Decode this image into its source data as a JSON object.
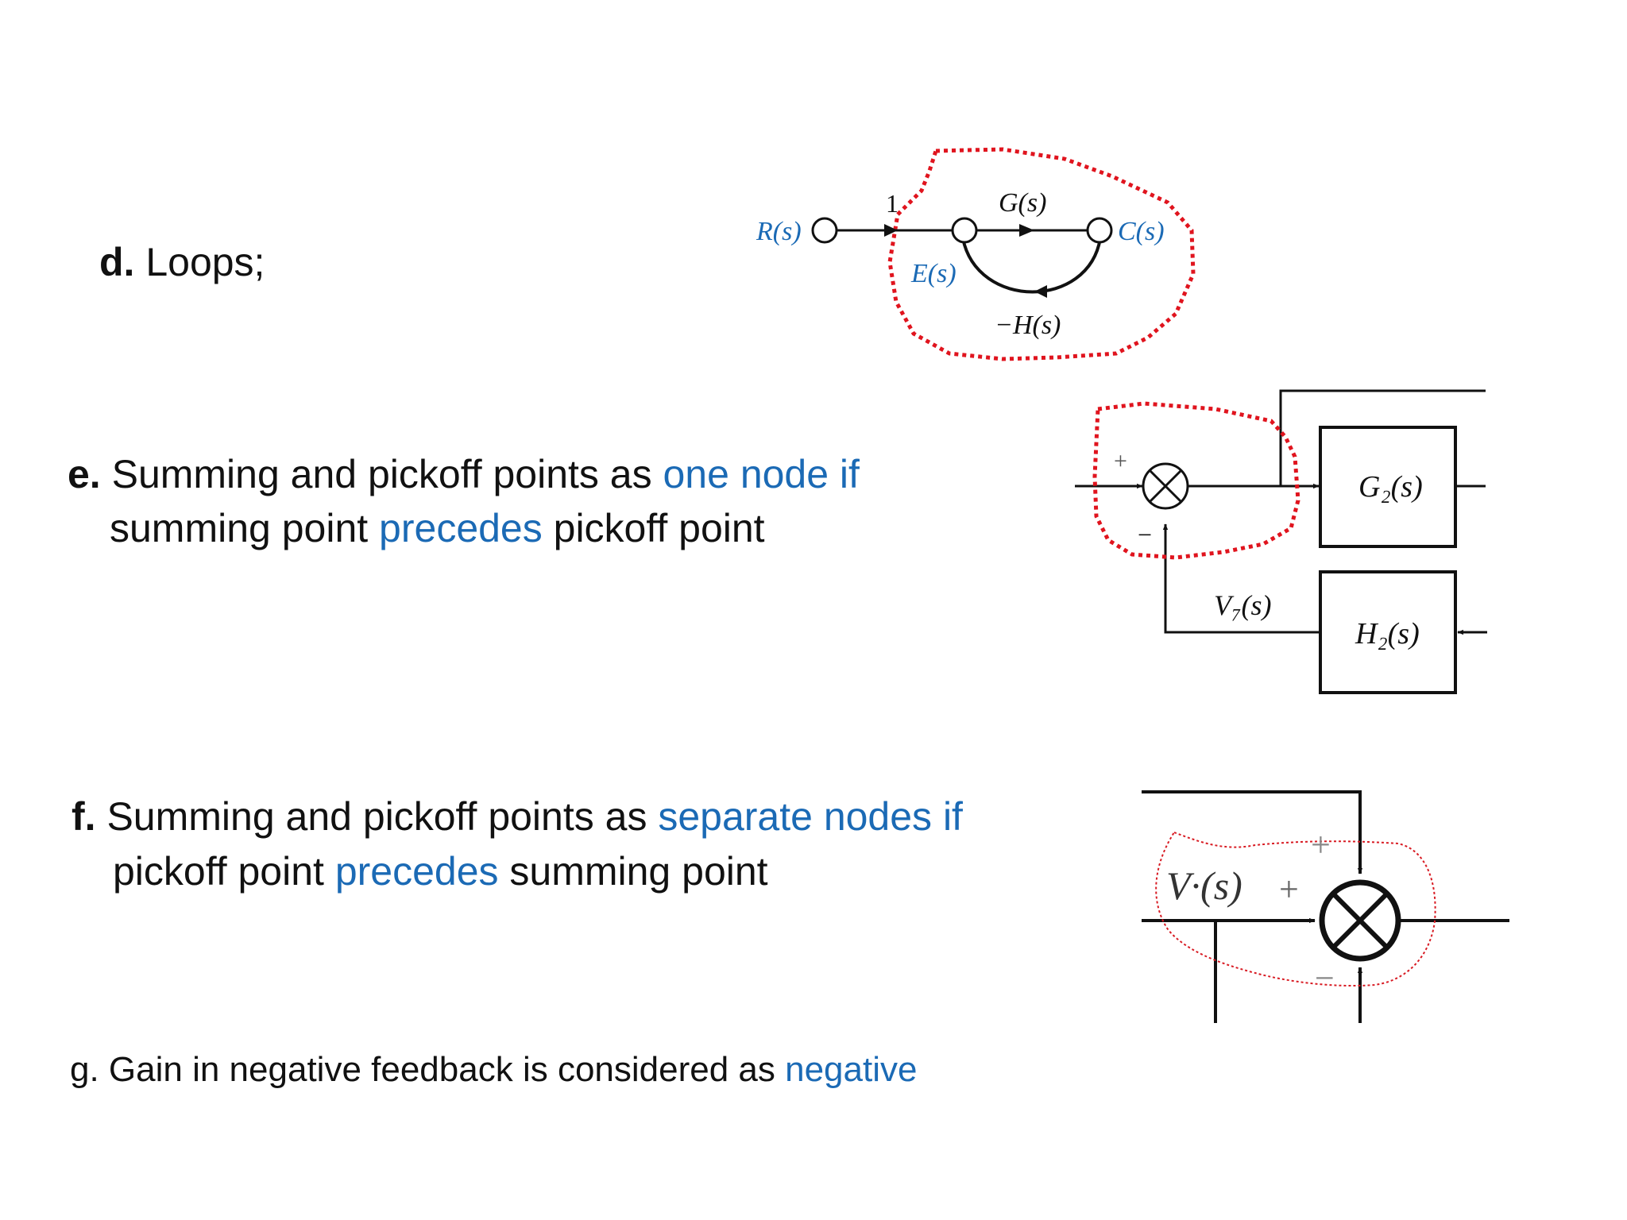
{
  "colors": {
    "highlight": "#1b6ab5",
    "loop_outline": "#e0141e",
    "text": "#111111"
  },
  "item_d": {
    "marker": "d.",
    "text": " Loops;"
  },
  "item_e": {
    "marker": "e.",
    "line1_a": " Summing and pickoff points as ",
    "line1_hl": "one node if",
    "line2_a": "summing point ",
    "line2_hl": "precedes",
    "line2_b": " pickoff point"
  },
  "item_f": {
    "marker": "f.",
    "line1_a": " Summing and pickoff points as ",
    "line1_hl": "separate nodes if",
    "line2_a": "pickoff point ",
    "line2_hl": "precedes",
    "line2_b": " summing point"
  },
  "item_g": {
    "text": "g. Gain in negative feedback  is considered as ",
    "hl": "negative"
  },
  "diagram_d": {
    "input": "R(s)",
    "branch_gain": "1",
    "forward": "G(s)",
    "output": "C(s)",
    "error": "E(s)",
    "feedback": "−H(s)"
  },
  "diagram_e": {
    "plus": "+",
    "minus": "−",
    "block_g": "G₂(s)",
    "block_h": "H₂(s)",
    "signal": "V₇(s)"
  },
  "diagram_f": {
    "signal": "V·(s)",
    "plus_left": "+",
    "plus_top": "+",
    "minus_bottom": "−"
  }
}
